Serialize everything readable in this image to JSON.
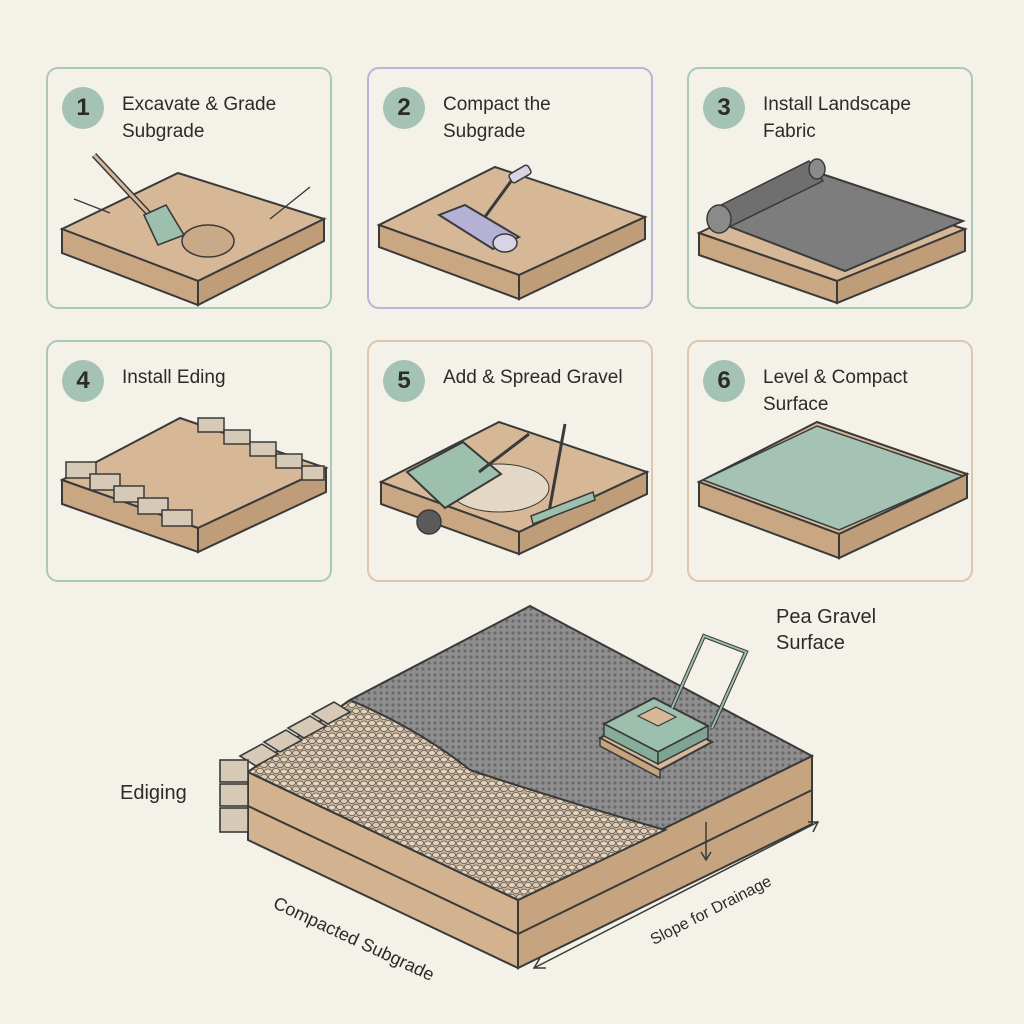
{
  "steps": [
    {
      "number": "1",
      "title": "Excavate & Grade\nSubgrade"
    },
    {
      "number": "2",
      "title": "Compact the\nSubgrade"
    },
    {
      "number": "3",
      "title": "Install Landscape\nFabric"
    },
    {
      "number": "4",
      "title": "Install Eding"
    },
    {
      "number": "5",
      "title": "Add & Spread Gravel"
    },
    {
      "number": "6",
      "title": "Level & Compact\nSurface"
    }
  ],
  "main_diagram": {
    "surface_label": "Pea Gravel\nSurface",
    "edging_label": "Ediging",
    "subgrade_label": "Compacted Subgrade",
    "slope_label": "Slope for Drainage"
  },
  "colors": {
    "soil": "#d6b897",
    "soil_side": "#c9a782",
    "outline": "#3a3a3a",
    "accent_green": "#a4c3b4",
    "gravel_gray": "#8c8c8c",
    "fabric_gray": "#7d7d7d"
  }
}
